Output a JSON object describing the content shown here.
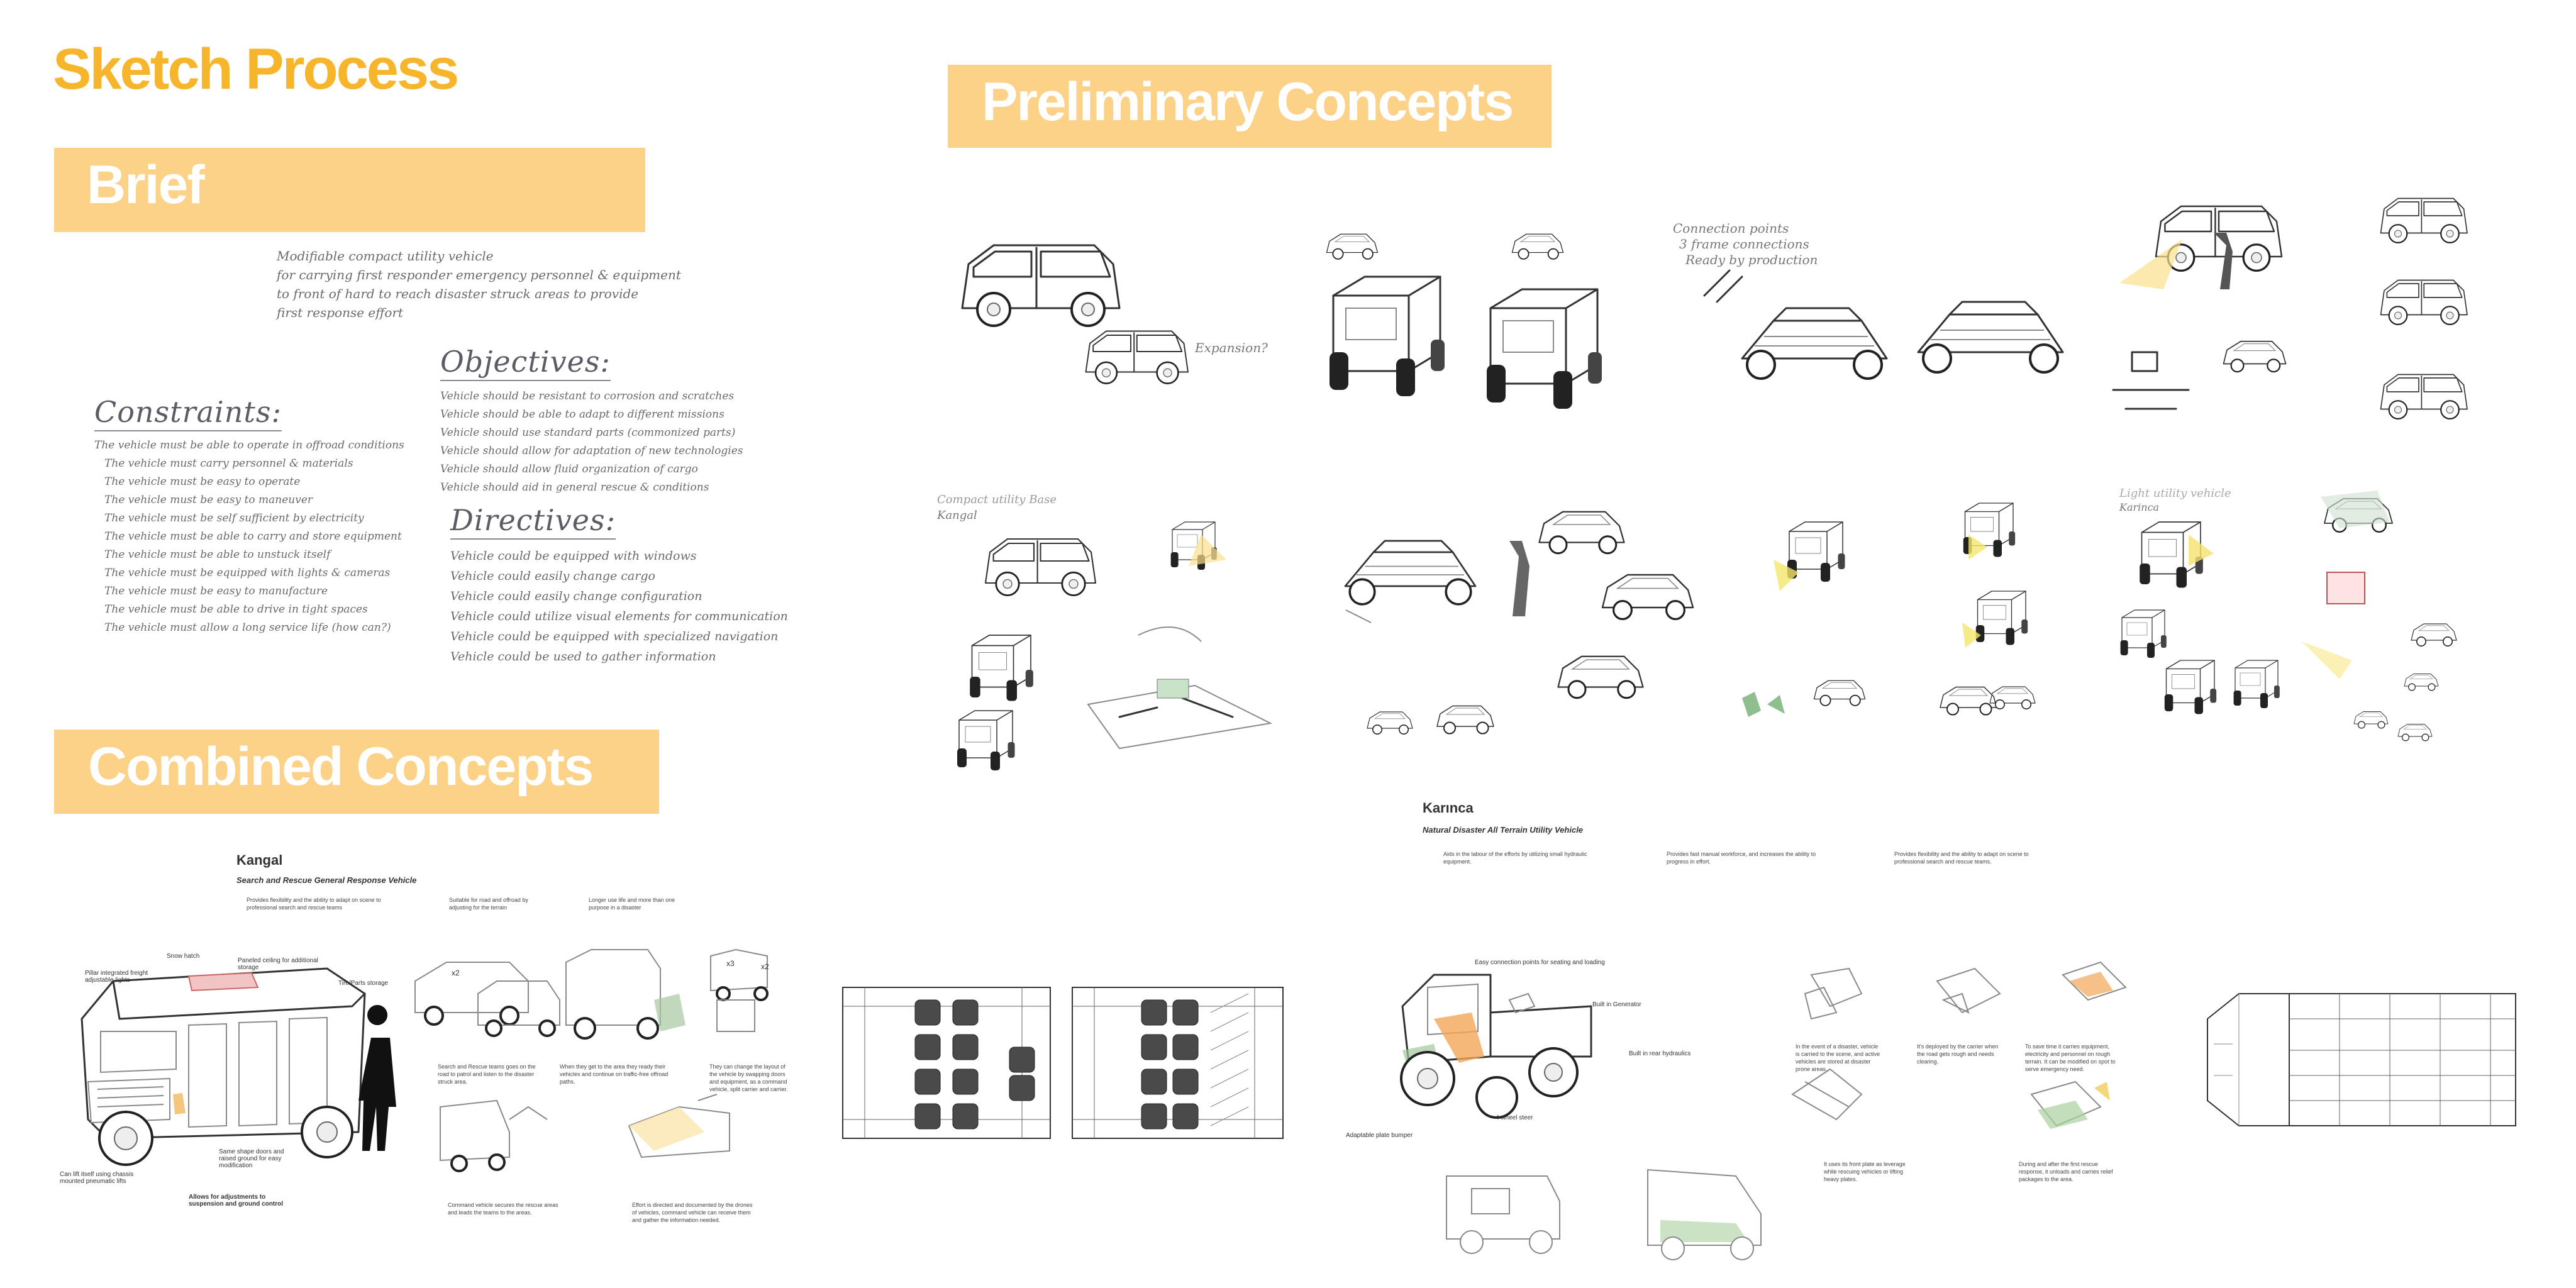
{
  "page_title": "Sketch Process",
  "sections": {
    "brief": "Brief",
    "preliminary": "Preliminary Concepts",
    "combined": "Combined Concepts"
  },
  "brief": {
    "statement": [
      "Modifiable compact utility vehicle",
      "for carrying first responder emergency personnel & equipment",
      "to front of hard to reach disaster struck areas to provide",
      "first response effort"
    ],
    "constraints_heading": "Constraints:",
    "constraints": [
      "The vehicle must be able to operate in offroad conditions",
      "The vehicle must carry personnel & materials",
      "The vehicle must be easy to operate",
      "The vehicle must be easy to maneuver",
      "The vehicle must be self sufficient by electricity",
      "The vehicle must be able to carry and store equipment",
      "The vehicle must be able to unstuck itself",
      "The vehicle must be equipped with lights & cameras",
      "The vehicle must be easy to manufacture",
      "The vehicle must be able to drive in tight spaces",
      "The vehicle must allow a long service life (how can?)"
    ],
    "objectives_heading": "Objectives:",
    "objectives": [
      "Vehicle should be resistant to corrosion and scratches",
      "Vehicle should be able to adapt to different missions",
      "Vehicle should use standard parts (commonized parts)",
      "Vehicle should allow for adaptation of new technologies",
      "Vehicle should allow fluid organization of cargo",
      "Vehicle should aid in general rescue & conditions"
    ],
    "directives_heading": "Directives:",
    "directives": [
      "Vehicle could be equipped with windows",
      "Vehicle could easily change cargo",
      "Vehicle could easily change configuration",
      "Vehicle could utilize visual elements for communication",
      "Vehicle could be equipped with specialized navigation",
      "Vehicle could be used to gather information"
    ]
  },
  "preliminary": {
    "notes": [
      "Expansion?",
      "Connection points",
      "3 frame connections",
      "Ready by production",
      "Compact utility Base",
      "Kangal",
      "Light utility vehicle",
      "Karinca"
    ]
  },
  "kangal": {
    "title": "Kangal",
    "subtitle_plain": "Search and Rescue ",
    "subtitle_em": "General Response Vehicle",
    "features": [
      "Provides flexibility and the ability to adapt on scene to professional search and rescue teams",
      "Suitable for road and offroad by adjusting for the terrain",
      "Longer use life and more than one purpose in a disaster"
    ],
    "callouts": {
      "snow_hatch": "Snow hatch",
      "pillar_lights": "Pillar integrated freight adjustable lights",
      "paneled_ceiling": "Paneled ceiling for additional storage",
      "tire_storage": "Tire/Parts storage",
      "same_shape_doors": "Same shape doors and raised ground for easy modification",
      "can_lift": "Can lift itself using chassis mounted pneumatic lifts",
      "allows_adjust": "Allows for adjustments to suspension and ground control"
    },
    "counts": [
      "x2",
      "x3",
      "x2"
    ],
    "captions": [
      "Search and Rescue teams goes on the road to patrol and listen to the disaster struck area.",
      "When they get to the area they ready their vehicles and continue on traffic-free offroad paths.",
      "They can change the layout of the vehicle by swapping doors and equipment, as a command vehicle, split carrier and carrier.",
      "Command vehicle secures the rescue areas and leads the teams to the areas.",
      "Effort is directed and documented by the drones of vehicles, command vehicle can receive them and gather the information needed."
    ]
  },
  "karinca": {
    "title": "Karınca",
    "subtitle_plain": "Natural Disaster ",
    "subtitle_em": "All Terrain Utility Vehicle",
    "features": [
      "Aids in the labour of the efforts by utilizing small hydraulic equipment.",
      "Provides fast manual workforce, and increases the ability to progress in effort.",
      "Provides flexibility and the ability to adapt on scene to professional search and rescue teams."
    ],
    "callouts": {
      "easy_connection": "Easy connection points for seating and loading",
      "built_in_generator": "Built in Generator",
      "built_in_hydraulics": "Built in rear hydraulics",
      "four_wheel_steer": "4 wheel steer",
      "adaptable_bumper": "Adaptable plate bumper"
    },
    "captions": [
      "In the event of a disaster, vehicle is carried to the scene, and active vehicles are stored at disaster prone areas.",
      "It's deployed by the carrier when the road gets rough and needs clearing.",
      "To save time it carries equipment, electricity and personnel on rough terrain. It can be modified on spot to serve emergency need.",
      "It uses its front plate as leverage while rescuing vehicles or lifting heavy plates.",
      "During and after the first rescue response, it unloads and carries relief packages to the area."
    ]
  }
}
